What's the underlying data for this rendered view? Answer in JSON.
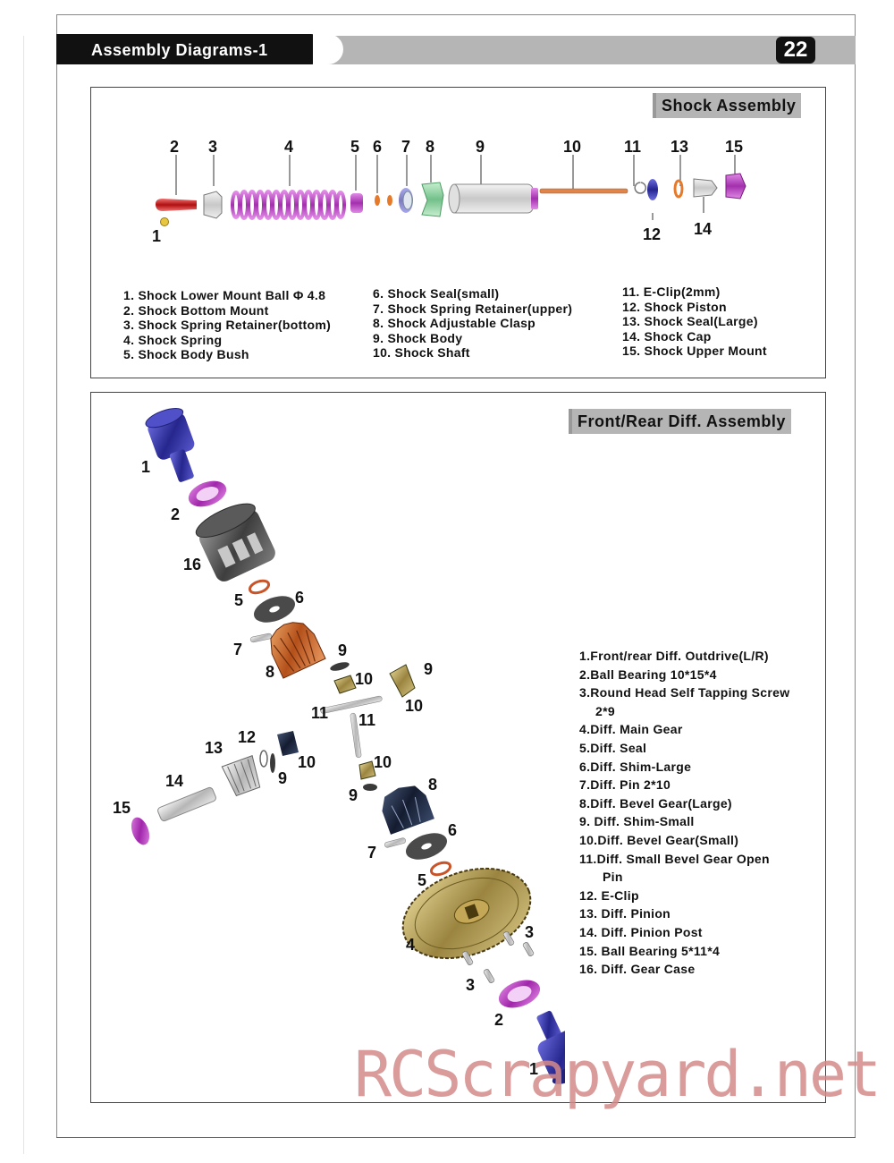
{
  "header": {
    "title": "Assembly Diagrams-1",
    "page_number": "22"
  },
  "shock_assembly": {
    "title": "Shock Assembly",
    "callouts": [
      "1",
      "2",
      "3",
      "4",
      "5",
      "6",
      "7",
      "8",
      "9",
      "10",
      "11",
      "12",
      "13",
      "14",
      "15"
    ],
    "parts_col1": [
      "1. Shock Lower Mount Ball Φ 4.8",
      "2. Shock Bottom Mount",
      "3. Shock Spring Retainer(bottom)",
      "4. Shock Spring",
      "5. Shock Body Bush"
    ],
    "parts_col2": [
      "6. Shock Seal(small)",
      "7. Shock Spring Retainer(upper)",
      "8. Shock Adjustable Clasp",
      "9. Shock Body",
      "10. Shock Shaft"
    ],
    "parts_col3": [
      "11. E-Clip(2mm)",
      "12. Shock Piston",
      "13. Shock Seal(Large)",
      "14. Shock Cap",
      "15. Shock Upper Mount"
    ]
  },
  "diff_assembly": {
    "title": "Front/Rear Diff. Assembly",
    "callouts": [
      "1",
      "2",
      "16",
      "5",
      "6",
      "7",
      "8",
      "9",
      "10",
      "9",
      "10",
      "11",
      "11",
      "12",
      "13",
      "10",
      "9",
      "14",
      "15",
      "10",
      "9",
      "8",
      "6",
      "7",
      "5",
      "4",
      "3",
      "3",
      "2",
      "1"
    ],
    "parts": [
      "1.Front/rear Diff. Outdrive(L/R)",
      "2.Ball Bearing 10*15*4",
      "3.Round Head Self Tapping Screw",
      "2*9",
      "4.Diff. Main Gear",
      "5.Diff. Seal",
      "6.Diff. Shim-Large",
      "7.Diff. Pin 2*10",
      "8.Diff. Bevel Gear(Large)",
      "9. Diff. Shim-Small",
      "10.Diff. Bevel Gear(Small)",
      "11.Diff. Small Bevel Gear Open",
      "Pin",
      "12. E-Clip",
      "13. Diff. Pinion",
      "14. Diff. Pinion Post",
      "15. Ball Bearing 5*11*4",
      "16. Diff. Gear Case"
    ]
  },
  "watermark": "RCScrapyard.net",
  "colors": {
    "header_dark": "#111111",
    "header_band": "#b5b5b5",
    "spring_purple": "#c04ec8",
    "anodized_blue": "#3434a8",
    "shaft_orange": "#e0844a",
    "watermark": "#d48a8a"
  }
}
